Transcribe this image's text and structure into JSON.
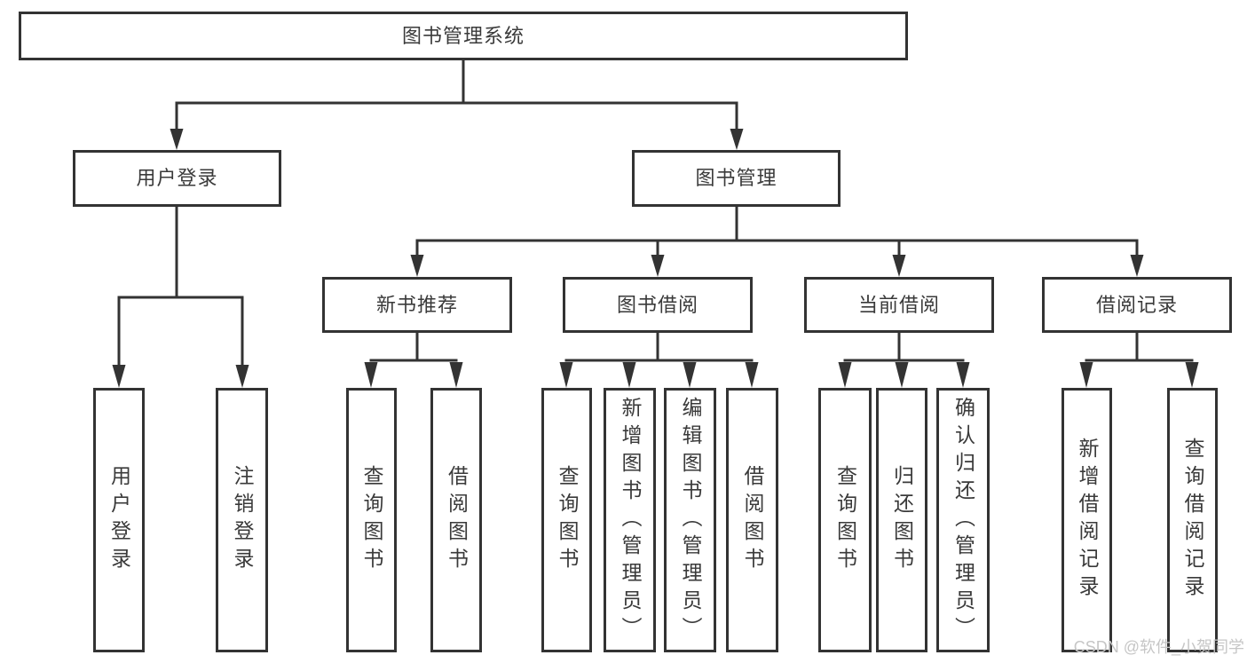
{
  "nodes": {
    "root": {
      "label": "图书管理系统"
    },
    "level2": [
      {
        "label": "用户登录"
      },
      {
        "label": "图书管理"
      }
    ],
    "level3": [
      {
        "label": "新书推荐"
      },
      {
        "label": "图书借阅"
      },
      {
        "label": "当前借阅"
      },
      {
        "label": "借阅记录"
      }
    ],
    "leaves": {
      "user_login": [
        {
          "label": "用户登录"
        },
        {
          "label": "注销登录"
        }
      ],
      "new_book": [
        {
          "label": "查询图书"
        },
        {
          "label": "借阅图书"
        }
      ],
      "book_borrow": [
        {
          "label": "查询图书"
        },
        {
          "label": "新增图书（管理员）"
        },
        {
          "label": "编辑图书（管理员）"
        },
        {
          "label": "借阅图书"
        }
      ],
      "current_borrow": [
        {
          "label": "查询图书"
        },
        {
          "label": "归还图书"
        },
        {
          "label": "确认归还（管理员）"
        }
      ],
      "borrow_record": [
        {
          "label": "新增借阅记录"
        },
        {
          "label": "查询借阅记录"
        }
      ]
    }
  },
  "watermark": {
    "text": "CSDN @软件_小贺同学"
  },
  "colors": {
    "line": "#333333",
    "text": "#3a3a3a",
    "watermark": "#c6c6c6",
    "background": "#ffffff"
  }
}
